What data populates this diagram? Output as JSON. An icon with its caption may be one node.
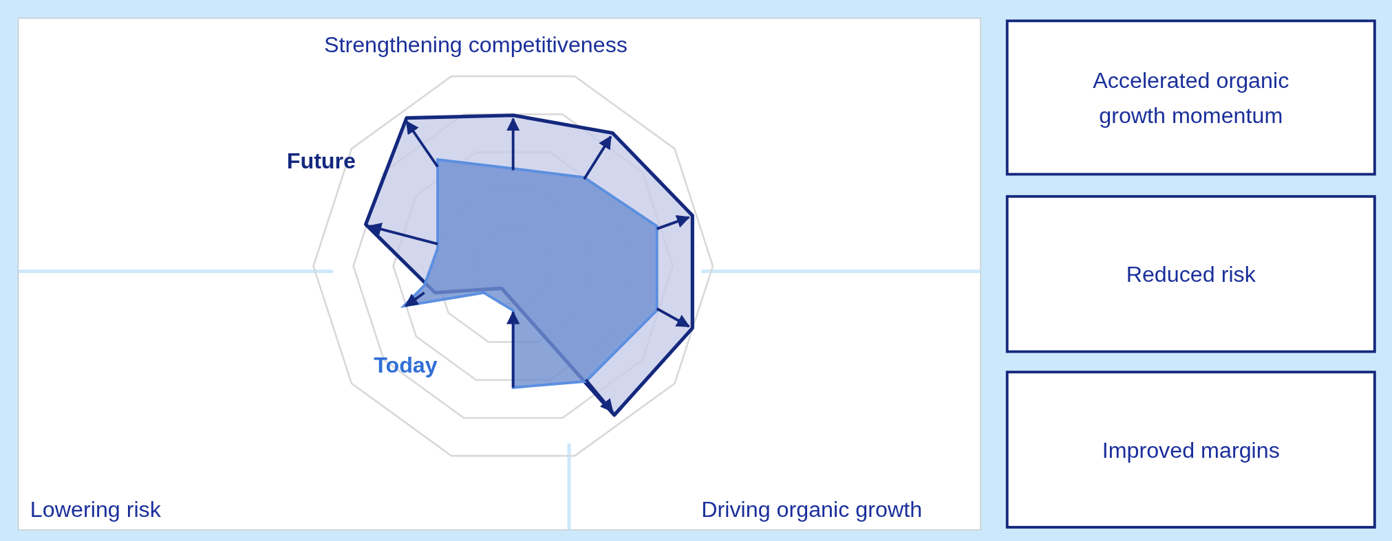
{
  "diagram": {
    "nodes": [
      {
        "text": [
          "Accelerated organic growth momentum"
        ]
      },
      {
        "text": [
          "Reduced risk"
        ]
      },
      {
        "text": [
          "Improved margins"
        ]
      }
    ],
    "labels": [
      "Strengthening competitiveness",
      "Future",
      "Today",
      "Lowering risk",
      "Driving organic growth"
    ]
  }
}
